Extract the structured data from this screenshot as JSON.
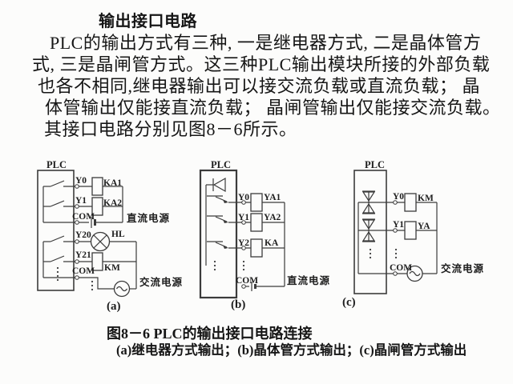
{
  "colors": {
    "background": "#fcfcfb",
    "text": "#161616",
    "line": "#3b3b3b"
  },
  "title": "输出接口电路",
  "intro": {
    "lines": [
      "PLC的输出方式有三种, 一是继电器方式, 二是晶体管方",
      "式, 三是晶闸管方式。这三种PLC输出模块所接的外部负载",
      "也各不相同,继电器输出可以接交流负载或直流负载； 晶",
      "体管输出仅能接直流负载； 晶闸管输出仅能接交流负载。",
      "其接口电路分别见图8－6所示。"
    ]
  },
  "figure": {
    "caption_line1": "图8－6 PLC的输出接口电路连接",
    "caption_line2": "(a)继电器方式输出；(b)晶体管方式输出；(c)晶闸管方式输出",
    "circuit_a": {
      "box_label": "PLC",
      "sub_label": "(a)",
      "terminals": [
        "Y0",
        "Y1",
        "COM",
        "Y20",
        "Y21",
        "COM"
      ],
      "loads": [
        "KA1",
        "KA2",
        "HL",
        "KM"
      ],
      "dc_power_label": "直流电源",
      "ac_power_label": "交流电源"
    },
    "circuit_b": {
      "box_label": "PLC",
      "sub_label": "(b)",
      "terminals": [
        "Y0",
        "Y1",
        "Y2",
        "COM"
      ],
      "loads": [
        "YA1",
        "YA2",
        "KA"
      ],
      "dc_power_label": "直流电源"
    },
    "circuit_c": {
      "box_label": "PLC",
      "sub_label": "(c)",
      "terminals": [
        "Y0",
        "Y1",
        "COM"
      ],
      "loads": [
        "KM",
        "YA"
      ],
      "ac_power_label": "交流电源"
    }
  }
}
